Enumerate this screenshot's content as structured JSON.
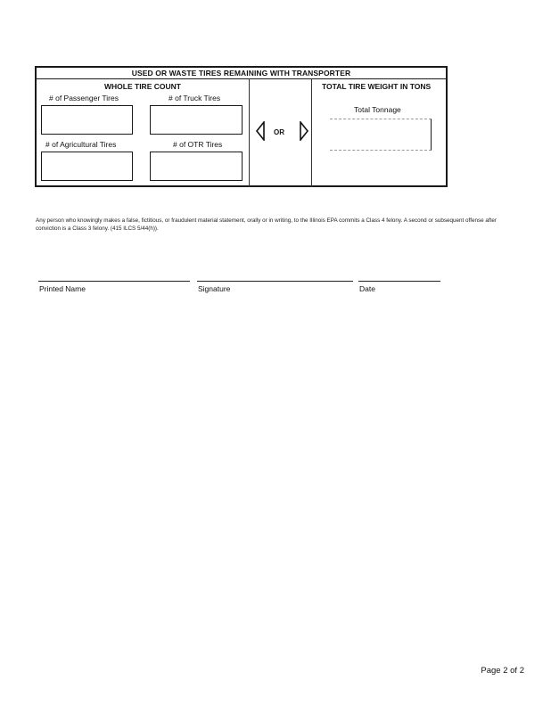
{
  "form": {
    "header": "USED OR WASTE TIRES REMAINING WITH TRANSPORTER",
    "whole_tire_count": {
      "title": "WHOLE TIRE COUNT",
      "passenger_label": "# of Passenger Tires",
      "truck_label": "# of Truck Tires",
      "agricultural_label": "# of Agricultural Tires",
      "otr_label": "# of OTR Tires"
    },
    "or_label": "OR",
    "weight": {
      "title": "TOTAL TIRE WEIGHT IN TONS",
      "tonnage_label": "Total Tonnage"
    }
  },
  "legal_text": "Any person who knowingly makes a false, fictitious, or fraudulent material statement, orally or in writing, to the Illinois EPA commits a Class 4 felony. A second or subsequent offense after conviction is a Class 3 felony. (415 ILCS 5/44(h)).",
  "signature": {
    "printed_name_label": "Printed Name",
    "signature_label": "Signature",
    "date_label": "Date"
  },
  "page": {
    "number": "Page 2 of 2"
  }
}
